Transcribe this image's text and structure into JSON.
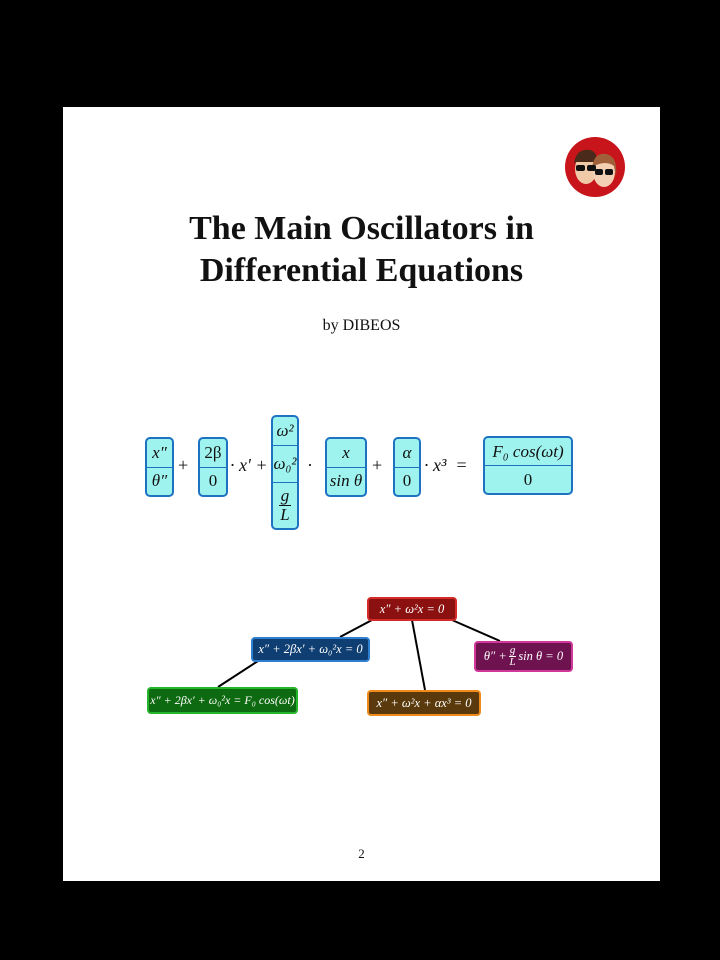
{
  "document": {
    "title_line1": "The Main Oscillators in",
    "title_line2": "Differential Equations",
    "author": "by DIBEOS",
    "page_number": "2",
    "logo": "DIBEOS"
  },
  "equation": {
    "box1": [
      "x″",
      "θ″"
    ],
    "op1": "+",
    "box2": [
      "2β",
      "0"
    ],
    "op2": "· x′ +",
    "box3": {
      "top": "ω²",
      "mid": "ω₀²",
      "frac_num": "g",
      "frac_den": "L"
    },
    "op3": "·",
    "box4": [
      "x",
      "sin θ"
    ],
    "op4": "+",
    "box5": [
      "α",
      "0"
    ],
    "op5": "· x³  =",
    "box6": [
      "F₀ cos(ωt)",
      "0"
    ]
  },
  "tree": {
    "root": {
      "text": "x″ + ω²x = 0",
      "fill": "#8b1111",
      "border": "#d42a2a"
    },
    "damped": {
      "text": "x″ + 2βx′ + ω₀²x = 0",
      "fill": "#0f3f72",
      "border": "#2e7fd0"
    },
    "pendulum": {
      "prefix": "θ″ +",
      "frac_num": "g",
      "frac_den": "L",
      "suffix": "sin θ = 0",
      "fill": "#6e1250",
      "border": "#d0389a"
    },
    "forced": {
      "text": "x″ + 2βx′ + ω₀²x = F₀ cos(ωt)",
      "fill": "#0e6a10",
      "border": "#25b52a"
    },
    "duffing": {
      "text": "x″ + ω²x + αx³ = 0",
      "fill": "#5a3a0c",
      "border": "#f08a1a"
    }
  }
}
